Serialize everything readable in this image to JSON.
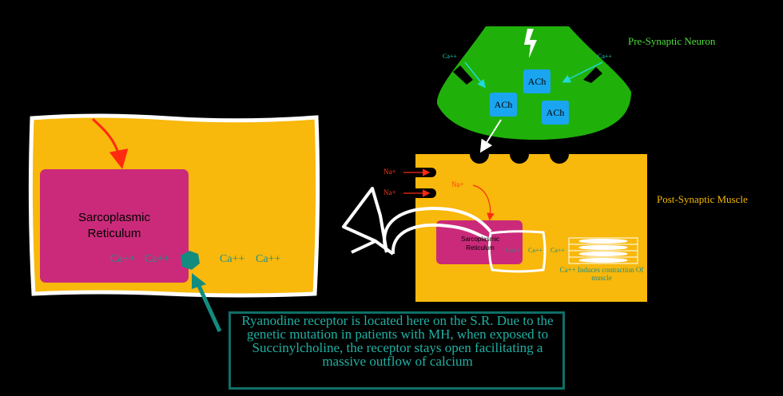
{
  "labels": {
    "pre_synaptic": "Pre-Synaptic Neuron",
    "post_synaptic": "Post-Synaptic Muscle",
    "sr_large": "Sarcoplasmic Reticulum",
    "sr_small": "Sarcoplasmic Reticulum",
    "ach": "ACh",
    "ca": "Ca++",
    "na": "Na+",
    "contraction": "Ca++ Induces contraction Of muscle",
    "note": "Ryanodine receptor is located here on the S.R. Due to the genetic mutation in patients with MH, when exposed to Succinylcholine, the receptor stays open facilitating a massive outflow of calcium"
  },
  "colors": {
    "background": "#000000",
    "neuron": "#1fb10a",
    "muscle": "#f8b80c",
    "sarcoplasmic_reticulum": "#cb2a7a",
    "ach_vesicle": "#1aa5f0",
    "receptor": "#138c80",
    "ca_text": "#1e8f86",
    "na_text": "#ff3a1a",
    "note_border": "#0f6f67",
    "note_text": "#1fb0a2"
  },
  "icons": [
    "lightning-bolt-icon",
    "hexagon-receptor-icon",
    "curved-arrow-icon"
  ]
}
